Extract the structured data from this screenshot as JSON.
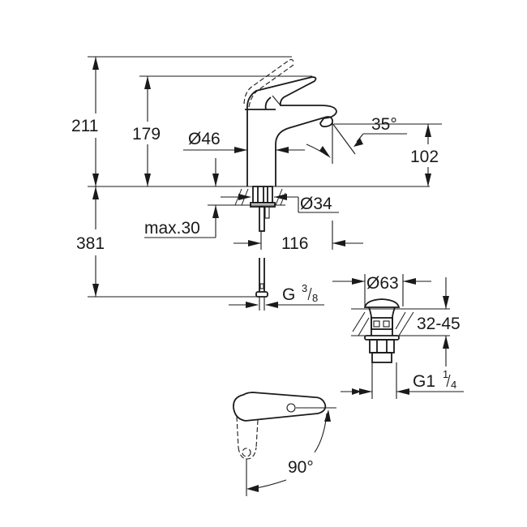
{
  "drawing": {
    "title": "Basin mixer dimension drawing",
    "units": "mm",
    "line_color": "#1a1a1a",
    "background": "#ffffff"
  },
  "dimensions": {
    "total_height": {
      "label": "211",
      "value": 211
    },
    "spout_height_top": {
      "label": "179",
      "value": 179
    },
    "body_diameter": {
      "label": "Ø46",
      "value": 46
    },
    "spout_angle": {
      "label": "35°",
      "value": 35
    },
    "spout_outlet_height": {
      "label": "102",
      "value": 102
    },
    "hole_diameter": {
      "label": "Ø34",
      "value": 34
    },
    "max_deck_thickness": {
      "label": "max.30",
      "value": 30
    },
    "below_deck_length": {
      "label": "381",
      "value": 381
    },
    "spout_projection": {
      "label": "116",
      "value": 116
    },
    "hose_connection": {
      "prefix": "G",
      "num": "3",
      "den": "8"
    },
    "waste_diameter": {
      "label": "Ø63",
      "value": 63
    },
    "waste_deck_range": {
      "label": "32-45"
    },
    "waste_thread": {
      "prefix": "G1",
      "num": "1",
      "den": "4"
    },
    "lever_rotation": {
      "label": "90°",
      "value": 90
    }
  }
}
